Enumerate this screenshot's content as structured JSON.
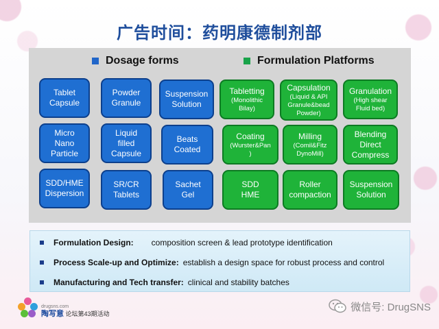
{
  "title": "广告时间：药明康德制剂部",
  "dosage_forms": {
    "heading": "Dosage forms",
    "boxes": [
      {
        "line1": "Tablet",
        "line2": "Capsule"
      },
      {
        "line1": "Powder",
        "line2": "Granule"
      },
      {
        "line1": "Suspension",
        "line2": "Solution"
      },
      {
        "line1": "Micro",
        "line2": "Nano",
        "line3": "Particle"
      },
      {
        "line1": "Liquid",
        "line2": "filled",
        "line3": "Capsule"
      },
      {
        "line1": "Beats",
        "line2": "Coated"
      },
      {
        "line1": "SDD/HME",
        "line2": "Dispersion"
      },
      {
        "line1": "SR/CR",
        "line2": "Tablets"
      },
      {
        "line1": "Sachet",
        "line2": "Gel"
      }
    ]
  },
  "formulation_platforms": {
    "heading": "Formulation Platforms",
    "boxes": [
      {
        "title": "Tabletting",
        "sub1": "(Monolithic",
        "sub2": "Bilay)"
      },
      {
        "title": "Capsulation",
        "sub1": "(Liquid & API",
        "sub2": "Granule&bead",
        "sub3": "Powder)"
      },
      {
        "title": "Granulation",
        "sub1": "(High shear",
        "sub2": "Fluid bed)"
      },
      {
        "title": "Coating",
        "sub1": "(Wurster&Pan",
        "sub2": ")"
      },
      {
        "title": "Milling",
        "sub1": "(Comil&Fitz",
        "sub2": "DynoMill)"
      },
      {
        "title": "Blending",
        "sub1": "Direct",
        "sub2": "Compress"
      },
      {
        "title": "SDD",
        "sub1": "HME"
      },
      {
        "title": "Roller",
        "sub1": "compaction"
      },
      {
        "title": "Suspension",
        "sub1": "Solution"
      }
    ]
  },
  "info": [
    {
      "label": "Formulation Design:",
      "text": "composition screen &  lead prototype identification"
    },
    {
      "label": "Process Scale-up and Optimize:",
      "text": "establish a design space for robust process and control"
    },
    {
      "label": "Manufacturing and Tech transfer:",
      "text": "clinical and stability batches"
    }
  ],
  "footer": {
    "logo_brand": "陶写意",
    "logo_caption": "论坛第43期活动",
    "logo_url": "drugsns.com",
    "wechat": "微信号: DrugSNS"
  },
  "colors": {
    "title": "#1f4e9c",
    "dosage_box": "#1f6fd2",
    "platform_box": "#1fb339",
    "panel": "#d5d5d5"
  }
}
